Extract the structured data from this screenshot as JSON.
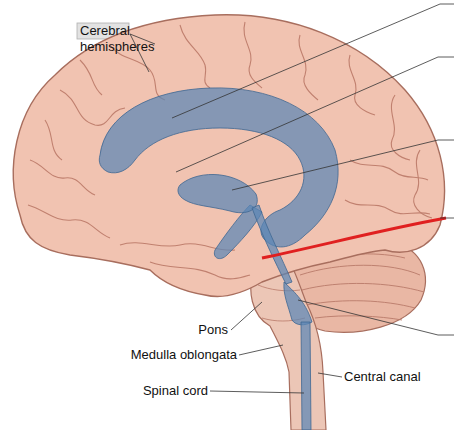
{
  "diagram": {
    "labels": [
      "Cerebral hemispheres",
      "Pons",
      "Medulla oblongata",
      "Spinal cord",
      "Central canal"
    ]
  }
}
